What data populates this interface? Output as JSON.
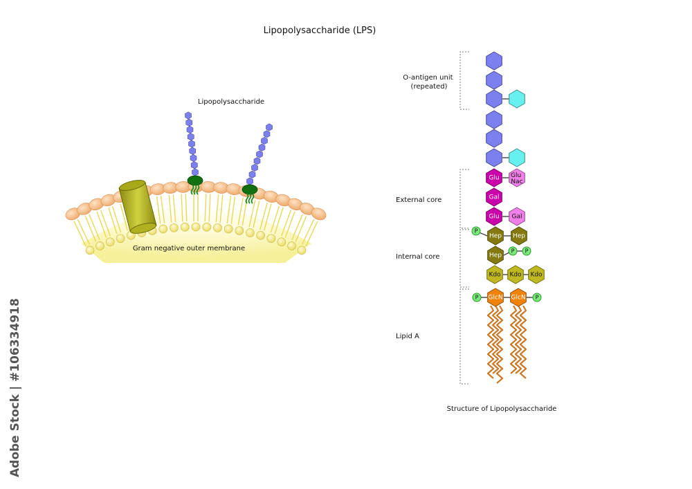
{
  "title": "Lipopolysaccharide (LPS)",
  "membrane": {
    "lps_label": "Lipopolysaccharide",
    "caption": "Gram negative outer membrane"
  },
  "structure": {
    "caption": "Structure of Lipopolysaccharide",
    "regions": {
      "o_antigen": [
        "O-antigen unit",
        "(repeated)"
      ],
      "external_core": "External core",
      "internal_core": "Internal core",
      "lipid_a": "Lipid A"
    },
    "sugars": {
      "glu": "Glu",
      "glunac": [
        "Glu",
        "Nac"
      ],
      "gal": "Gal",
      "hep": "Hep",
      "kdo": "Kdo",
      "glcn": "GlcN",
      "phosphate": "P"
    }
  },
  "colors": {
    "o_antigen_sugar": "#7b7ff0",
    "o_antigen_branch": "#66f0f0",
    "glu_gal": "#cc00aa",
    "glunac_pink": "#f080e8",
    "hep": "#857a10",
    "kdo": "#c0b820",
    "glcn": "#f0820a",
    "phosphate": "#7ae87a",
    "lipid_chain": "#c87a28",
    "head_group": "#f5c08a",
    "lipid_tail": "#e8d85a",
    "membrane_glow": "#fbf6b0",
    "porin": "#b8b828",
    "lps_core": "#107010"
  },
  "watermark": "Adobe Stock | #106334918"
}
